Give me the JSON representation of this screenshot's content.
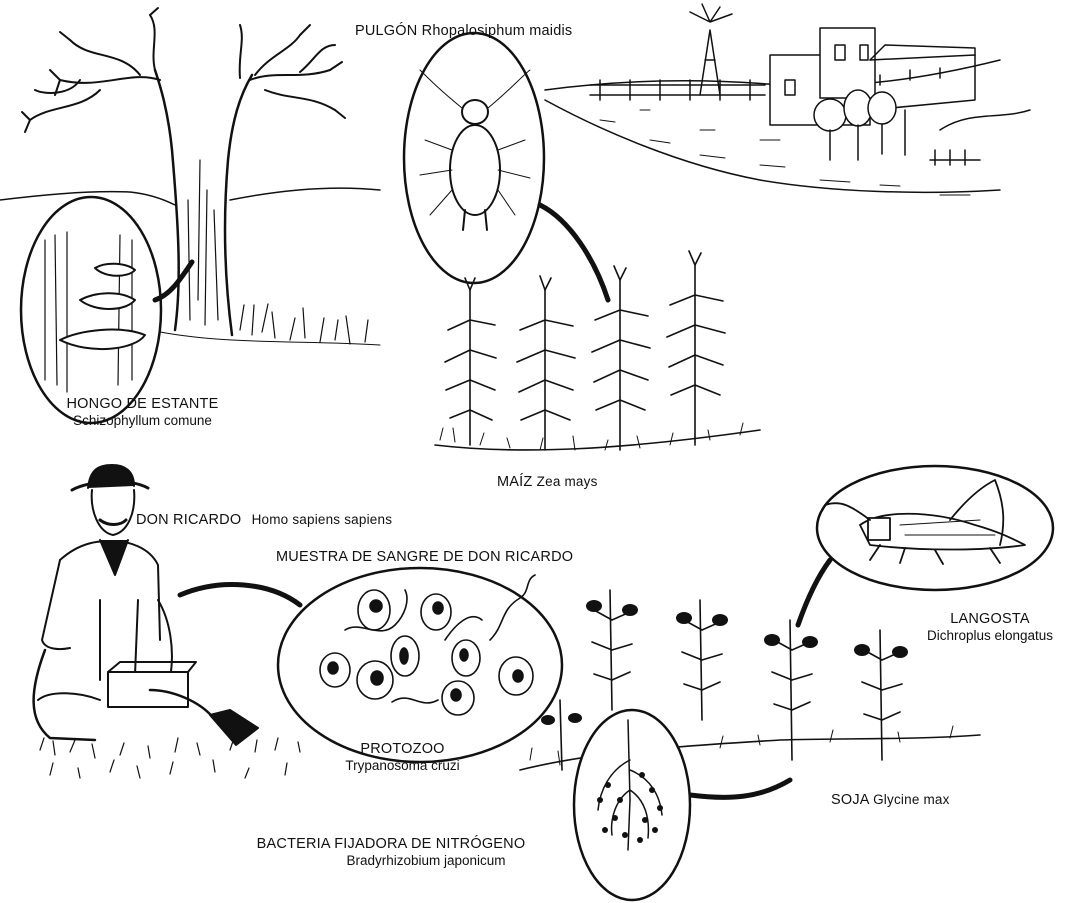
{
  "labels": {
    "pulgon": {
      "common": "PULGÓN",
      "scientific": "Rhopalosiphum maidis"
    },
    "hongo": {
      "common": "HONGO DE ESTANTE",
      "scientific": "Schizophyllum comune"
    },
    "maiz": {
      "common": "MAÍZ",
      "scientific": "Zea mays"
    },
    "ricardo": {
      "common": "DON RICARDO",
      "scientific": "Homo sapiens sapiens"
    },
    "muestra": {
      "common": "MUESTRA DE SANGRE DE DON RICARDO"
    },
    "langosta": {
      "common": "LANGOSTA",
      "scientific": "Dichroplus elongatus"
    },
    "protozoo": {
      "common": "PROTOZOO",
      "scientific": "Trypanosoma cruzi"
    },
    "soja": {
      "common": "SOJA",
      "scientific": "Glycine max"
    },
    "bacteria": {
      "common": "BACTERIA FIJADORA DE NITRÓGENO",
      "scientific": "Bradyrhizobium japonicum"
    }
  },
  "colors": {
    "ink": "#111111",
    "paper": "#ffffff"
  }
}
